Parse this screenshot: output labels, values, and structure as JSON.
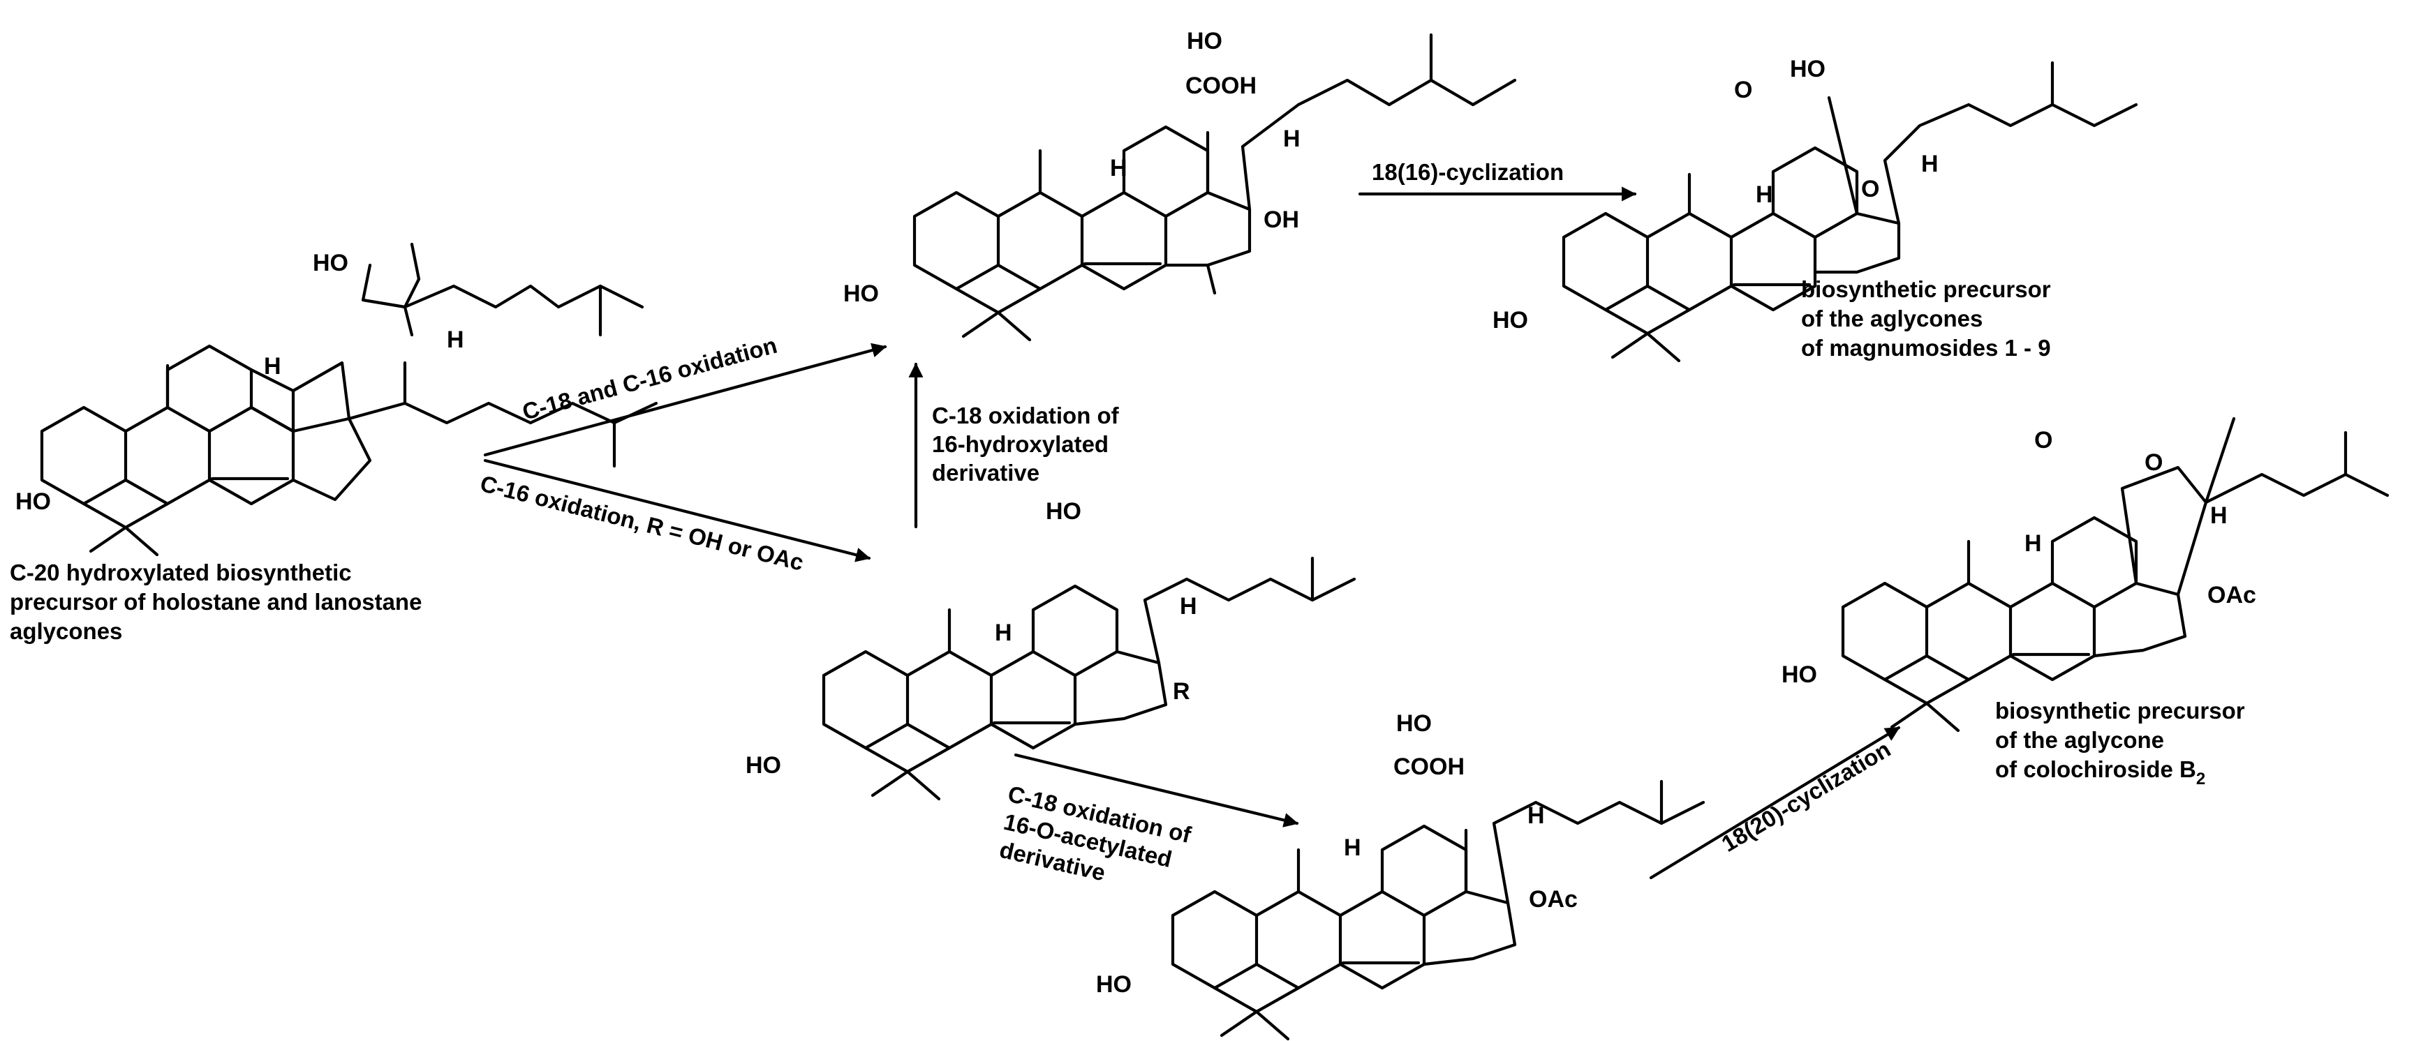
{
  "compounds": {
    "start": {
      "atoms": {
        "oh3": "HO",
        "oh20": "HO",
        "h17": "H",
        "h9": "H"
      },
      "caption": [
        "C-20 hydroxylated biosynthetic",
        "precursor of holostane and lanostane",
        "aglycones"
      ]
    },
    "top_acid": {
      "atoms": {
        "oh3": "HO",
        "oh20": "HO",
        "cooh": "COOH",
        "h17": "H",
        "h9": "H",
        "oh16": "OH"
      }
    },
    "magnumoside_precursor": {
      "atoms": {
        "oh3": "HO",
        "oh20": "HO",
        "oxo": "O",
        "o_ring": "O",
        "h17": "H",
        "h9": "H"
      },
      "caption": [
        "biosynthetic precursor",
        "of the aglycones",
        "of  magnumosides 1 - 9"
      ]
    },
    "intermediate": {
      "atoms": {
        "oh3": "HO",
        "oh20": "HO",
        "h17": "H",
        "h9": "H",
        "r16": "R"
      }
    },
    "bottom_acid": {
      "atoms": {
        "oh3": "HO",
        "oh20": "HO",
        "cooh": "COOH",
        "h17": "H",
        "h9": "H",
        "oac16": "OAc"
      }
    },
    "colochiroside_precursor": {
      "atoms": {
        "oh3": "HO",
        "oxo": "O",
        "o_ring": "O",
        "h17": "H",
        "h9": "H",
        "oac16": "OAc"
      },
      "caption_lines": [
        "biosynthetic precursor",
        "of the aglycone"
      ],
      "caption_last": "of colochiroside B",
      "caption_subscript": "2"
    }
  },
  "arrows": {
    "c18_c16_oxidation": "C-18 and C-16 oxidation",
    "c16_oxidation": "C-16 oxidation, R = OH or OAc",
    "c18_of_16_hydroxylated": [
      "C-18 oxidation of",
      "16-hydroxylated",
      "derivative"
    ],
    "c18_of_16_acetylated": [
      "C-18 oxidation of",
      "16-O-acetylated",
      "derivative"
    ],
    "cyclization_18_16": "18(16)-cyclization",
    "cyclization_18_20": "18(20)-cyclization"
  },
  "colors": {
    "ink": "#000000",
    "background": "#ffffff"
  }
}
